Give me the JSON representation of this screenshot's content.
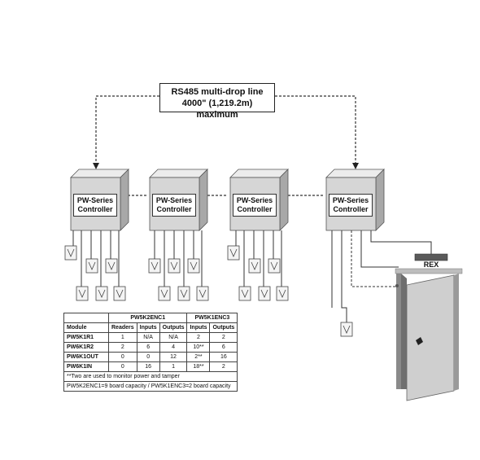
{
  "title": {
    "line1": "RS485 multi-drop line",
    "line2": "4000\" (1,219.2m) maximum"
  },
  "controllers": [
    {
      "line1": "PW-Series",
      "line2": "Controller"
    },
    {
      "line1": "PW-Series",
      "line2": "Controller"
    },
    {
      "line1": "PW-Series",
      "line2": "Controller"
    },
    {
      "line1": "PW-Series",
      "line2": "Controller"
    }
  ],
  "rex_label": "REX",
  "table": {
    "group_headers": [
      "PW5K2ENC1",
      "PW5K1ENC3"
    ],
    "columns": [
      "Module",
      "Readers",
      "Inputs",
      "Outputs",
      "Inputs",
      "Outputs"
    ],
    "rows": [
      [
        "PW5K1R1",
        "1",
        "N/A",
        "N/A",
        "2",
        "2"
      ],
      [
        "PW6K1R2",
        "2",
        "6",
        "4",
        "10**",
        "6"
      ],
      [
        "PW6K1OUT",
        "0",
        "0",
        "12",
        "2**",
        "16"
      ],
      [
        "PW6K1IN",
        "0",
        "16",
        "1",
        "18**",
        "2"
      ]
    ],
    "notes": [
      "**Two are used to monitor power and tamper",
      "PW5K2ENC1=9 board capacity / PW5K1ENC3=2 board capacity"
    ]
  },
  "colors": {
    "line": "#333333",
    "box_front": "#d6d6d6",
    "box_top": "#ececec",
    "box_side": "#a8a8a8",
    "door": "#cfcfcf",
    "rex": "#5a5a5a"
  }
}
